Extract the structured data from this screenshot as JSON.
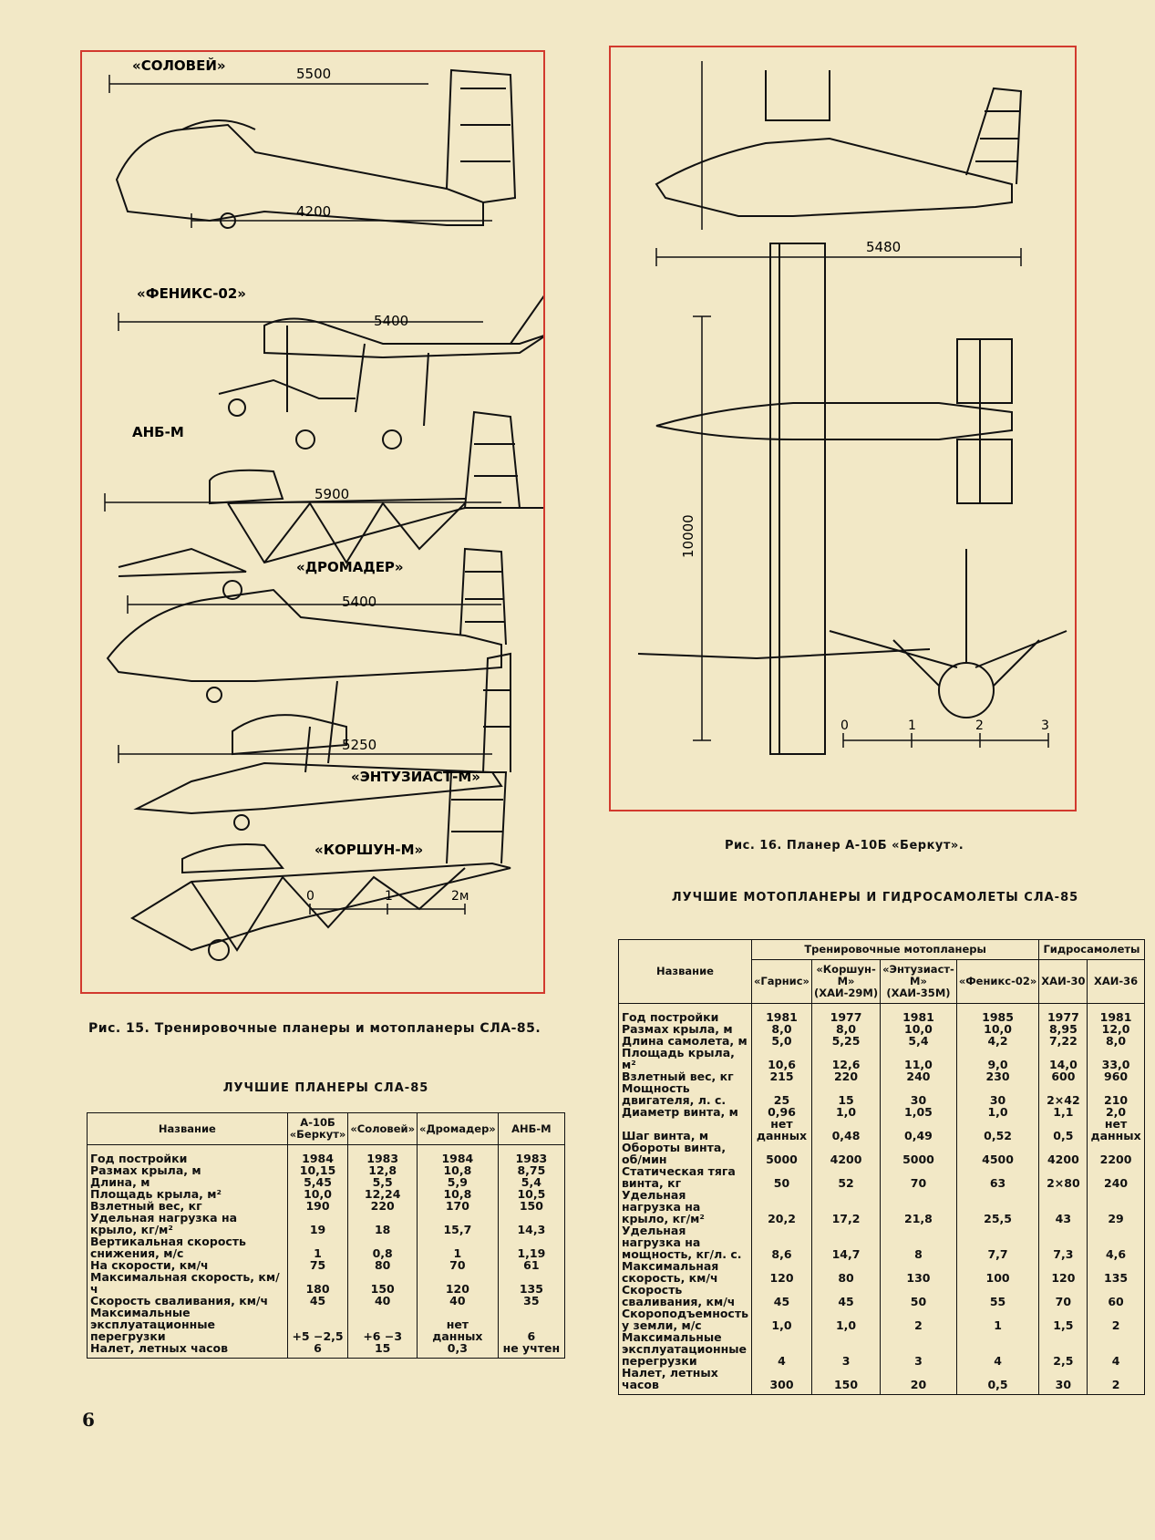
{
  "fig15": {
    "labels": [
      "«СОЛОВЕЙ»",
      "«ФЕНИКС-02»",
      "АНБ-М",
      "«ДРОМАДЕР»",
      "«ЭНТУЗИАСТ-М»",
      "«КОРШУН-М»"
    ],
    "dims": [
      "5500",
      "4200",
      "5400",
      "5900",
      "5400",
      "5250"
    ],
    "scale": [
      "0",
      "1",
      "2м"
    ],
    "caption": "Рис. 15. Тренировочные планеры и мотопланеры СЛА-85."
  },
  "fig16": {
    "dims": [
      "5480",
      "10000"
    ],
    "scale": [
      "0",
      "1",
      "2",
      "3"
    ],
    "caption": "Рис. 16. Планер А-10Б «Беркут»."
  },
  "gliders": {
    "title": "ЛУЧШИЕ ПЛАНЕРЫ СЛА-85",
    "name_header": "Название",
    "columns": [
      "А-10Б «Беркут»",
      "«Соловей»",
      "«Дромадер»",
      "АНБ-М"
    ],
    "rows": [
      {
        "name": "Год постройки",
        "v": [
          "1984",
          "1983",
          "1984",
          "1983"
        ]
      },
      {
        "name": "Размах крыла, м",
        "v": [
          "10,15",
          "12,8",
          "10,8",
          "8,75"
        ]
      },
      {
        "name": "Длина, м",
        "v": [
          "5,45",
          "5,5",
          "5,9",
          "5,4"
        ]
      },
      {
        "name": "Площадь крыла, м²",
        "v": [
          "10,0",
          "12,24",
          "10,8",
          "10,5"
        ]
      },
      {
        "name": "Взлетный вес, кг",
        "v": [
          "190",
          "220",
          "170",
          "150"
        ]
      },
      {
        "name": "Удельная нагрузка на крыло, кг/м²",
        "v": [
          "19",
          "18",
          "15,7",
          "14,3"
        ]
      },
      {
        "name": "Вертикальная скорость снижения, м/с",
        "v": [
          "1",
          "0,8",
          "1",
          "1,19"
        ]
      },
      {
        "name": "На скорости, км/ч",
        "v": [
          "75",
          "80",
          "70",
          "61"
        ]
      },
      {
        "name": "Максимальная скорость, км/ч",
        "v": [
          "180",
          "150",
          "120",
          "135"
        ]
      },
      {
        "name": "Скорость сваливания, км/ч",
        "v": [
          "45",
          "40",
          "40",
          "35"
        ]
      },
      {
        "name": "Максимальные эксплуатационные перегрузки",
        "v": [
          "+5 −2,5",
          "+6 −3",
          "нет данных",
          "6"
        ]
      },
      {
        "name": "Налет, летных часов",
        "v": [
          "6",
          "15",
          "0,3",
          "не учтен"
        ]
      }
    ]
  },
  "motogliders": {
    "title": "ЛУЧШИЕ МОТОПЛАНЕРЫ И ГИДРОСАМОЛЕТЫ СЛА-85",
    "name_header": "Название",
    "group1": "Тренировочные мотопланеры",
    "group2": "Гидросамолеты",
    "columns": [
      "«Гарнис»",
      "«Коршун-М» (ХАИ-29М)",
      "«Энтузиаст-М» (ХАИ-35М)",
      "«Феникс-02»",
      "ХАИ-30",
      "ХАИ-36"
    ],
    "rows": [
      {
        "name": "Год постройки",
        "v": [
          "1981",
          "1977",
          "1981",
          "1985",
          "1977",
          "1981"
        ]
      },
      {
        "name": "Размах крыла, м",
        "v": [
          "8,0",
          "8,0",
          "10,0",
          "10,0",
          "8,95",
          "12,0"
        ]
      },
      {
        "name": "Длина самолета, м",
        "v": [
          "5,0",
          "5,25",
          "5,4",
          "4,2",
          "7,22",
          "8,0"
        ]
      },
      {
        "name": "Площадь крыла, м²",
        "v": [
          "10,6",
          "12,6",
          "11,0",
          "9,0",
          "14,0",
          "33,0"
        ]
      },
      {
        "name": "Взлетный вес, кг",
        "v": [
          "215",
          "220",
          "240",
          "230",
          "600",
          "960"
        ]
      },
      {
        "name": "Мощность двигателя, л. с.",
        "v": [
          "25",
          "15",
          "30",
          "30",
          "2×42",
          "210"
        ]
      },
      {
        "name": "Диаметр винта, м",
        "v": [
          "0,96",
          "1,0",
          "1,05",
          "1,0",
          "1,1",
          "2,0"
        ]
      },
      {
        "name": "Шаг винта, м",
        "v": [
          "нет данных",
          "0,48",
          "0,49",
          "0,52",
          "0,5",
          "нет данных"
        ]
      },
      {
        "name": "Обороты винта, об/мин",
        "v": [
          "5000",
          "4200",
          "5000",
          "4500",
          "4200",
          "2200"
        ]
      },
      {
        "name": "Статическая тяга винта, кг",
        "v": [
          "50",
          "52",
          "70",
          "63",
          "2×80",
          "240"
        ]
      },
      {
        "name": "Удельная нагрузка на крыло, кг/м²",
        "v": [
          "20,2",
          "17,2",
          "21,8",
          "25,5",
          "43",
          "29"
        ]
      },
      {
        "name": "Удельная нагрузка на мощность, кг/л. с.",
        "v": [
          "8,6",
          "14,7",
          "8",
          "7,7",
          "7,3",
          "4,6"
        ]
      },
      {
        "name": "Максимальная скорость, км/ч",
        "v": [
          "120",
          "80",
          "130",
          "100",
          "120",
          "135"
        ]
      },
      {
        "name": "Скорость сваливания, км/ч",
        "v": [
          "45",
          "45",
          "50",
          "55",
          "70",
          "60"
        ]
      },
      {
        "name": "Скороподъемность у земли, м/с",
        "v": [
          "1,0",
          "1,0",
          "2",
          "1",
          "1,5",
          "2"
        ]
      },
      {
        "name": "Максимальные эксплуатационные перегрузки",
        "v": [
          "4",
          "3",
          "3",
          "4",
          "2,5",
          "4"
        ]
      },
      {
        "name": "Налет, летных часов",
        "v": [
          "300",
          "150",
          "20",
          "0,5",
          "30",
          "2"
        ]
      }
    ]
  },
  "page_number": "6"
}
